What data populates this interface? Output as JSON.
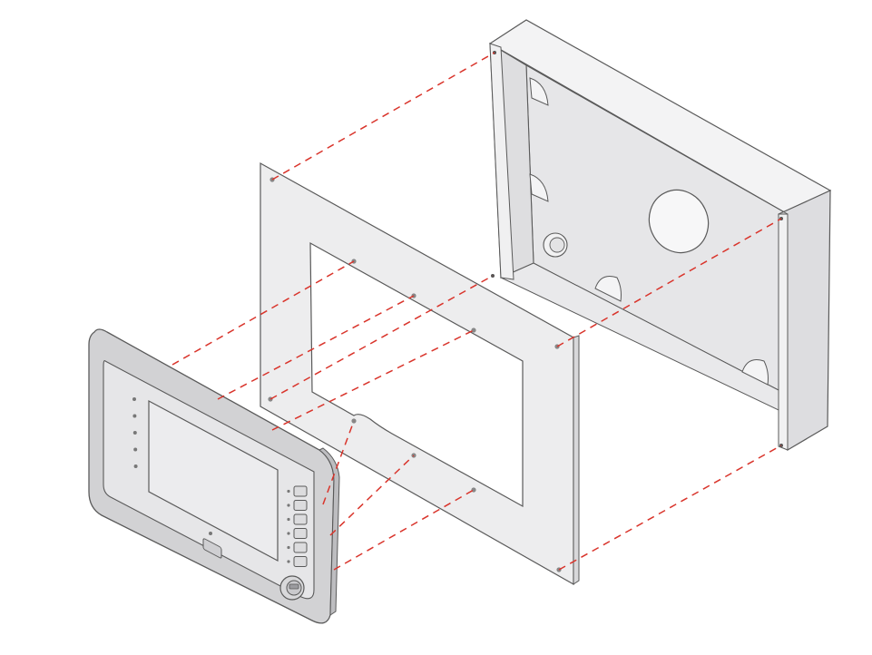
{
  "colors": {
    "background": "#ffffff",
    "outline": "#5a5a5a",
    "box_face": "#ececed",
    "box_side": "#dcdcde",
    "box_inner": "#e4e4e6",
    "plate": "#ededee",
    "panel_bezel": "#d2d2d4",
    "panel_frame": "#e6e6e8",
    "screen": "#ececee",
    "dashed_guides": "#d9342b"
  },
  "icons": {
    "box": "enclosure-box-icon",
    "plate": "mounting-plate-icon",
    "panel": "control-panel-icon"
  },
  "counts": {
    "panel_buttons": 6,
    "panel_leds": 5,
    "guide_lines": 10
  }
}
